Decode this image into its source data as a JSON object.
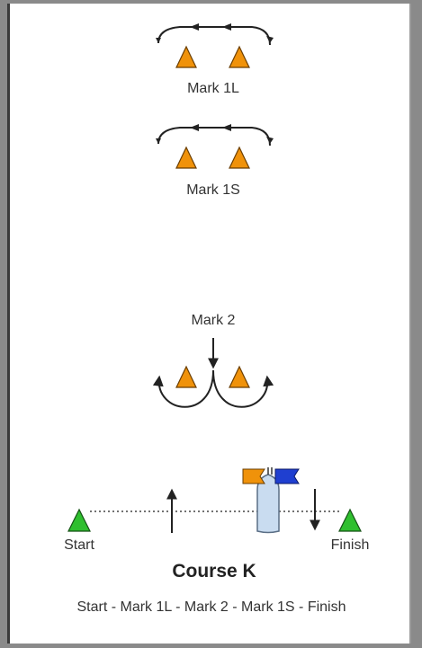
{
  "diagram": {
    "marks": {
      "mark_1l": "Mark 1L",
      "mark_1s": "Mark 1S",
      "mark_2": "Mark 2"
    },
    "start_label": "Start",
    "finish_label": "Finish",
    "course_title": "Course K",
    "course_sequence": "Start - Mark 1L - Mark 2 - Mark 1S - Finish",
    "colors": {
      "mark_orange": "#f0920a",
      "start_finish_green": "#2fbf2f",
      "flag_orange": "#f0920a",
      "flag_blue": "#1f3fd0",
      "committee_boat": "#c9dcf0"
    }
  }
}
